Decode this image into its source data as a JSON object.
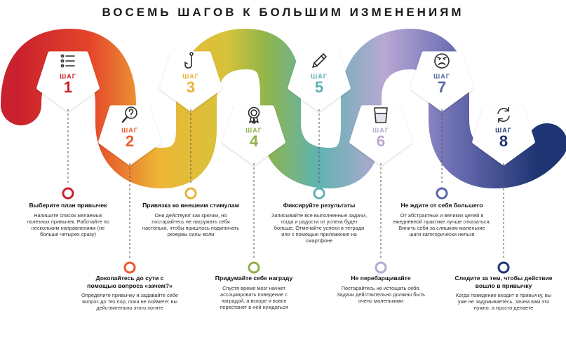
{
  "title": "ВОСЕМЬ ШАГОВ К БОЛЬШИМ ИЗМЕНЕНИЯМ",
  "colors": {
    "step1": "#c9212d",
    "step2": "#ea5b2c",
    "step3": "#e9b335",
    "step4": "#8fb148",
    "step5": "#5fb0b3",
    "step6": "#b7a8d1",
    "step7": "#5566a8",
    "step8": "#1f3473"
  },
  "steps": [
    {
      "word": "ШАГ",
      "num": "1",
      "icon": "list-icon",
      "heading": "Выберите план привычек",
      "body": "Напишите список желаемых полезных привычек. Работайте по нескольким направлениям (не больше четырех сразу)"
    },
    {
      "word": "ШАГ",
      "num": "2",
      "icon": "question-magnifier-icon",
      "heading": "Докопайтесь до сути с помощью вопроса «зачем?»",
      "body": "Определите привычку и задавайте себе вопрос до тех пор, пока не поймете: вы действительно этого хотите"
    },
    {
      "word": "ШАГ",
      "num": "3",
      "icon": "fishing-hook-icon",
      "heading": "Привязка ко внешним стимулам",
      "body": "Они действуют как крючки, но постарайтесь не нагружать себя настолько, чтобы пришлось подключать резервы силы воли"
    },
    {
      "word": "ШАГ",
      "num": "4",
      "icon": "award-medal-icon",
      "heading": "Придумайте себе награду",
      "body": "Спустя время мозг начнет ассоциировать поведение с наградой, а вскоре и вовсе перестанет в ней нуждаться"
    },
    {
      "word": "ШАГ",
      "num": "5",
      "icon": "pencil-icon",
      "heading": "Фиксируйте результаты",
      "body": "Записывайте все выполненные задачи, тогда и радости от успеха будет больше. Отмечайте успехи в тетради или с помощью приложения на смартфоне"
    },
    {
      "word": "ШАГ",
      "num": "6",
      "icon": "glass-icon",
      "heading": "Не перебарщивайте",
      "body": "Постарайтесь не истощать себя. Задачи действительно должны быть очень маленькими"
    },
    {
      "word": "ШАГ",
      "num": "7",
      "icon": "sad-face-icon",
      "heading": "Не ждите от себя большего",
      "body": "От абстрактных и великих целей в ежедневной практике лучше отказаться. Винить себя за слишком маленькие шаги категорически нельзя"
    },
    {
      "word": "ШАГ",
      "num": "8",
      "icon": "refresh-cycle-icon",
      "heading": "Следите за тем, чтобы действие вошло в привычку",
      "body": "Когда поведение входит в привычку, вы уже не задумываетесь, зачем вам это нужно, а просто делаете"
    }
  ]
}
